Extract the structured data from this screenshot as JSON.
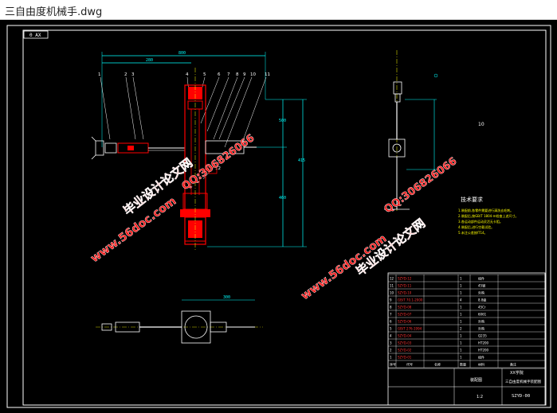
{
  "window": {
    "title": "三自由度机械手.dwg"
  },
  "drawing": {
    "corner_tag": "0 AX",
    "overall_dim": "800",
    "sub_dim": "280",
    "part_callouts": [
      "1",
      "2",
      "3",
      "4",
      "5",
      "6",
      "7",
      "8",
      "9",
      "10",
      "11",
      "12"
    ],
    "vertical_dims": [
      "500",
      "415",
      "460"
    ],
    "plan_dim": "300",
    "tech_title": "技术要求",
    "tech_lines": [
      "1.装配前,各零件需要进行清洗去毛刺。",
      "2.装配后,按GB/T 1804-m检查上述尺寸。",
      "3.各运动部件运动灵活无卡阻。",
      "4.装配后,进行空载试验。",
      "5.未注公差按IT14。"
    ],
    "bom_rows": [
      {
        "no": "12",
        "code": "SZYD-12",
        "qty": "1",
        "mat": "组件"
      },
      {
        "no": "11",
        "code": "SZYD-11",
        "qty": "1",
        "mat": "45钢"
      },
      {
        "no": "10",
        "code": "SZYD-10",
        "qty": "1",
        "mat": "外购"
      },
      {
        "no": "9",
        "code": "GB/T 70.1-2000",
        "qty": "4",
        "mat": "8.8级"
      },
      {
        "no": "8",
        "code": "SZYD-08",
        "qty": "1",
        "mat": "45Cr"
      },
      {
        "no": "7",
        "code": "SZYD-07",
        "qty": "1",
        "mat": "6061"
      },
      {
        "no": "6",
        "code": "SZYD-06",
        "qty": "1",
        "mat": "外购"
      },
      {
        "no": "5",
        "code": "GB/T 276-1994",
        "qty": "2",
        "mat": "外购"
      },
      {
        "no": "4",
        "code": "SZYD-04",
        "qty": "1",
        "mat": "Q235"
      },
      {
        "no": "3",
        "code": "SZYD-03",
        "qty": "1",
        "mat": "HT200"
      },
      {
        "no": "2",
        "code": "SZYD-02",
        "qty": "1",
        "mat": "HT200"
      },
      {
        "no": "1",
        "code": "SZYD-01",
        "qty": "1",
        "mat": "组件"
      }
    ],
    "bom_header": [
      "序号",
      "代号",
      "名称",
      "数量",
      "材料",
      "备注"
    ],
    "title_block": {
      "name": "三自由度机械手装配图",
      "school": "XX学院",
      "drawing_no": "SZYD-00",
      "label_a": "装配图",
      "scale": "1:2"
    }
  },
  "watermarks": [
    "毕业设计论文网",
    "www.56doc.com",
    "QQ:306826066",
    "www.56doc.com",
    "QQ:306826066",
    "毕业设计论文网"
  ],
  "colors": {
    "bg": "#000000",
    "frame": "#ffffff",
    "part": "#ff0000",
    "dim": "#00ffff",
    "center": "#ffff00",
    "thread": "#ff00ff",
    "watermark": "#ff1a1a"
  }
}
